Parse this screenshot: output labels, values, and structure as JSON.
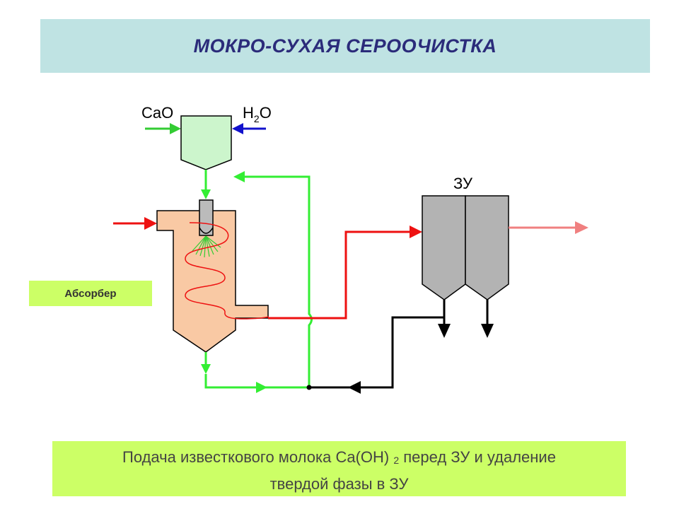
{
  "title": "МОКРО-СУХАЯ СЕРООЧИСТКА",
  "labels": {
    "cao": "CaO",
    "h2o_main": "H",
    "h2o_sub": "2",
    "h2o_end": "O",
    "zu": "ЗУ",
    "absorber": "Абсорбер"
  },
  "caption": {
    "line1_start": "Подача известкового молока Ca(OH) ",
    "line1_sub": "2",
    "line1_end": " перед ЗУ и удаление",
    "line2": "твердой фазы в ЗУ"
  },
  "colors": {
    "title_bg": "#bfe3e3",
    "title_text": "#2b2b7a",
    "green_label_bg": "#ccff66",
    "slurry_line": "#33ee33",
    "gas_line": "#ee1111",
    "clean_gas_line": "#f08080",
    "water_arrow": "#1111cc",
    "absorber_fill": "#f9c9a4",
    "mixer_fill": "#ccf5cc",
    "filter_fill": "#b3b3b3",
    "solid_line": "#000000"
  }
}
